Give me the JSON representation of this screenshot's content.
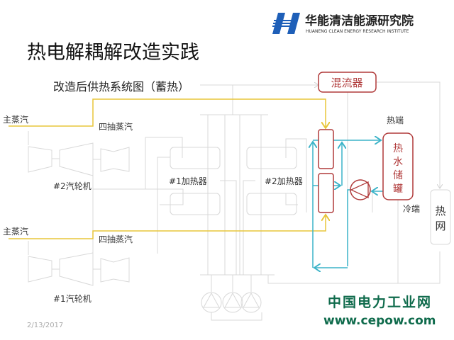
{
  "header": {
    "org_name_cn": "华能清洁能源研究院",
    "org_name_en": "HUANENG CLEAN ENERGY RESEARCH INSTITUTE",
    "logo_letter": "H"
  },
  "slide": {
    "title": "热电解耦解改造实践",
    "subtitle": "改造后供热系统图（蓄热）",
    "date": "2/13/2017"
  },
  "diagram": {
    "main_steam_top": "主蒸汽",
    "extraction_top": "四抽蒸汽",
    "turbine2": "#2汽轮机",
    "main_steam_bottom": "主蒸汽",
    "extraction_bottom": "四抽蒸汽",
    "turbine1": "#1汽轮机",
    "heater1": "#1加热器",
    "heater2": "#2加热器",
    "mixer": "混流器",
    "hot_end": "热端",
    "cold_end": "冷端",
    "tank": [
      "热",
      "水",
      "储",
      "罐"
    ],
    "heat_network": [
      "热",
      "网"
    ]
  },
  "watermark": {
    "name": "中国电力工业网",
    "url": "www.cepow.com"
  },
  "colors": {
    "steam": "#e8c53a",
    "water": "#3bb3c8",
    "equipment": "#b03a3a",
    "inactive": "#d8d8d8",
    "logo": "#1e5fb8",
    "watermark": "#0f6b4c"
  }
}
